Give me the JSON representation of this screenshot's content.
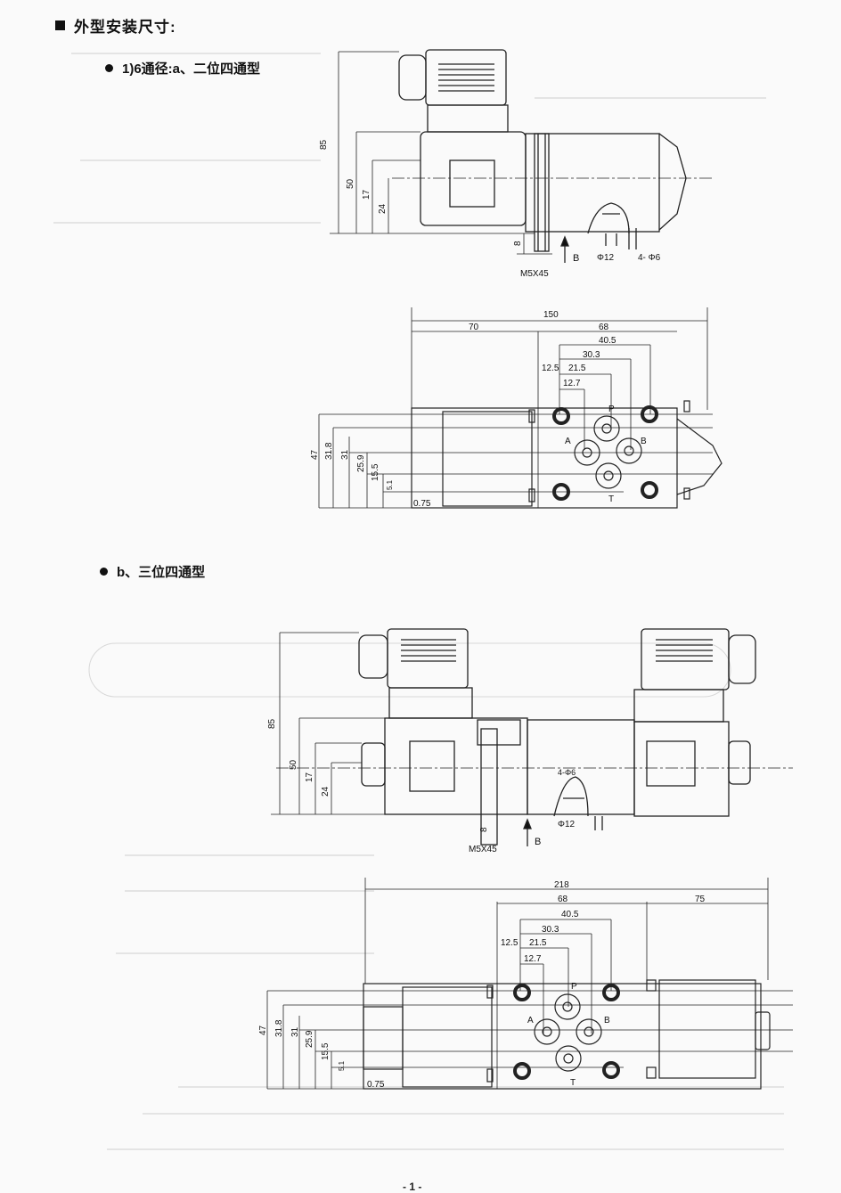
{
  "heading": "外型安装尺寸:",
  "section_a": {
    "label": "1)6通径:a、二位四通型"
  },
  "section_b": {
    "label": "b、三位四通型"
  },
  "dims": {
    "h85": "85",
    "h50": "50",
    "h17": "17",
    "h24": "24",
    "h8": "8",
    "screw": "M5X45",
    "arrow_b": "B",
    "phi12": "Φ12",
    "holes": "4- Φ6",
    "holes_b": "4-Φ6",
    "w150": "150",
    "w218": "218",
    "w70": "70",
    "w75": "75",
    "w68": "68",
    "w40_5": "40.5",
    "w30_3": "30.3",
    "w21_5": "21.5",
    "w12_5": "12.5",
    "w12_7": "12.7",
    "v47": "47",
    "v31_8": "31.8",
    "v31": "31",
    "v25_9": "25.9",
    "v15_5": "15.5",
    "v5_1": "5.1",
    "v0_75": "0.75",
    "port_p": "P",
    "port_a": "A",
    "port_b": "B",
    "port_t": "T"
  },
  "page_number": "- 1 -"
}
